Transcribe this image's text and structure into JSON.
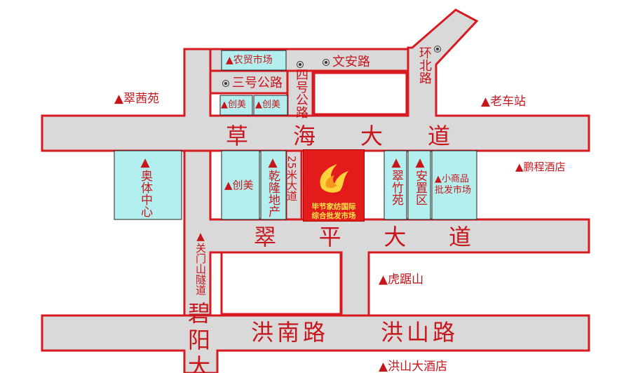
{
  "colors": {
    "road_fill": "#d9d9d9",
    "road_edge": "#d71920",
    "block_fill": "#b4efef",
    "label": "#c8161d",
    "center_fill": "#e31b1b",
    "center_text": "#ffe84a"
  },
  "roads": {
    "caohai": [
      "草",
      "海",
      "大",
      "道"
    ],
    "cuiping": [
      "翠",
      "平",
      "大",
      "道"
    ],
    "hongnan": "洪南路",
    "hongshan": "洪山路",
    "biyang": "碧阳大",
    "wenan": "文安路",
    "sanhao": "三号公路",
    "sihao": "四号公路",
    "huanbei": "环北路",
    "wumi": "25米大道"
  },
  "blocks": {
    "nongmao": "▲农贸市场",
    "chuangmei_1": "▲创美",
    "chuangmei_2": "▲创美",
    "chuangmei_3": "▲创美",
    "aoti": "▲奥体中心",
    "qianlong": "▲乾隆地产",
    "cuizhu": "▲翠竹苑",
    "anzhi": "▲安置区",
    "xiaoshangpin": "▲小商品批发市场"
  },
  "poi": {
    "cuiqian": "▲翠茜苑",
    "laochezhan": "▲老车站",
    "pengcheng": "▲鹏程酒店",
    "guanmen": "▲关门山隧道",
    "huju": "▲虎踞山",
    "hongshan_hotel": "▲洪山大酒店"
  },
  "center": {
    "line1": "毕节家纺国际",
    "line2": "综合批发市场"
  },
  "icons": [
    "flame-logo-icon",
    "location-marker-icon"
  ]
}
